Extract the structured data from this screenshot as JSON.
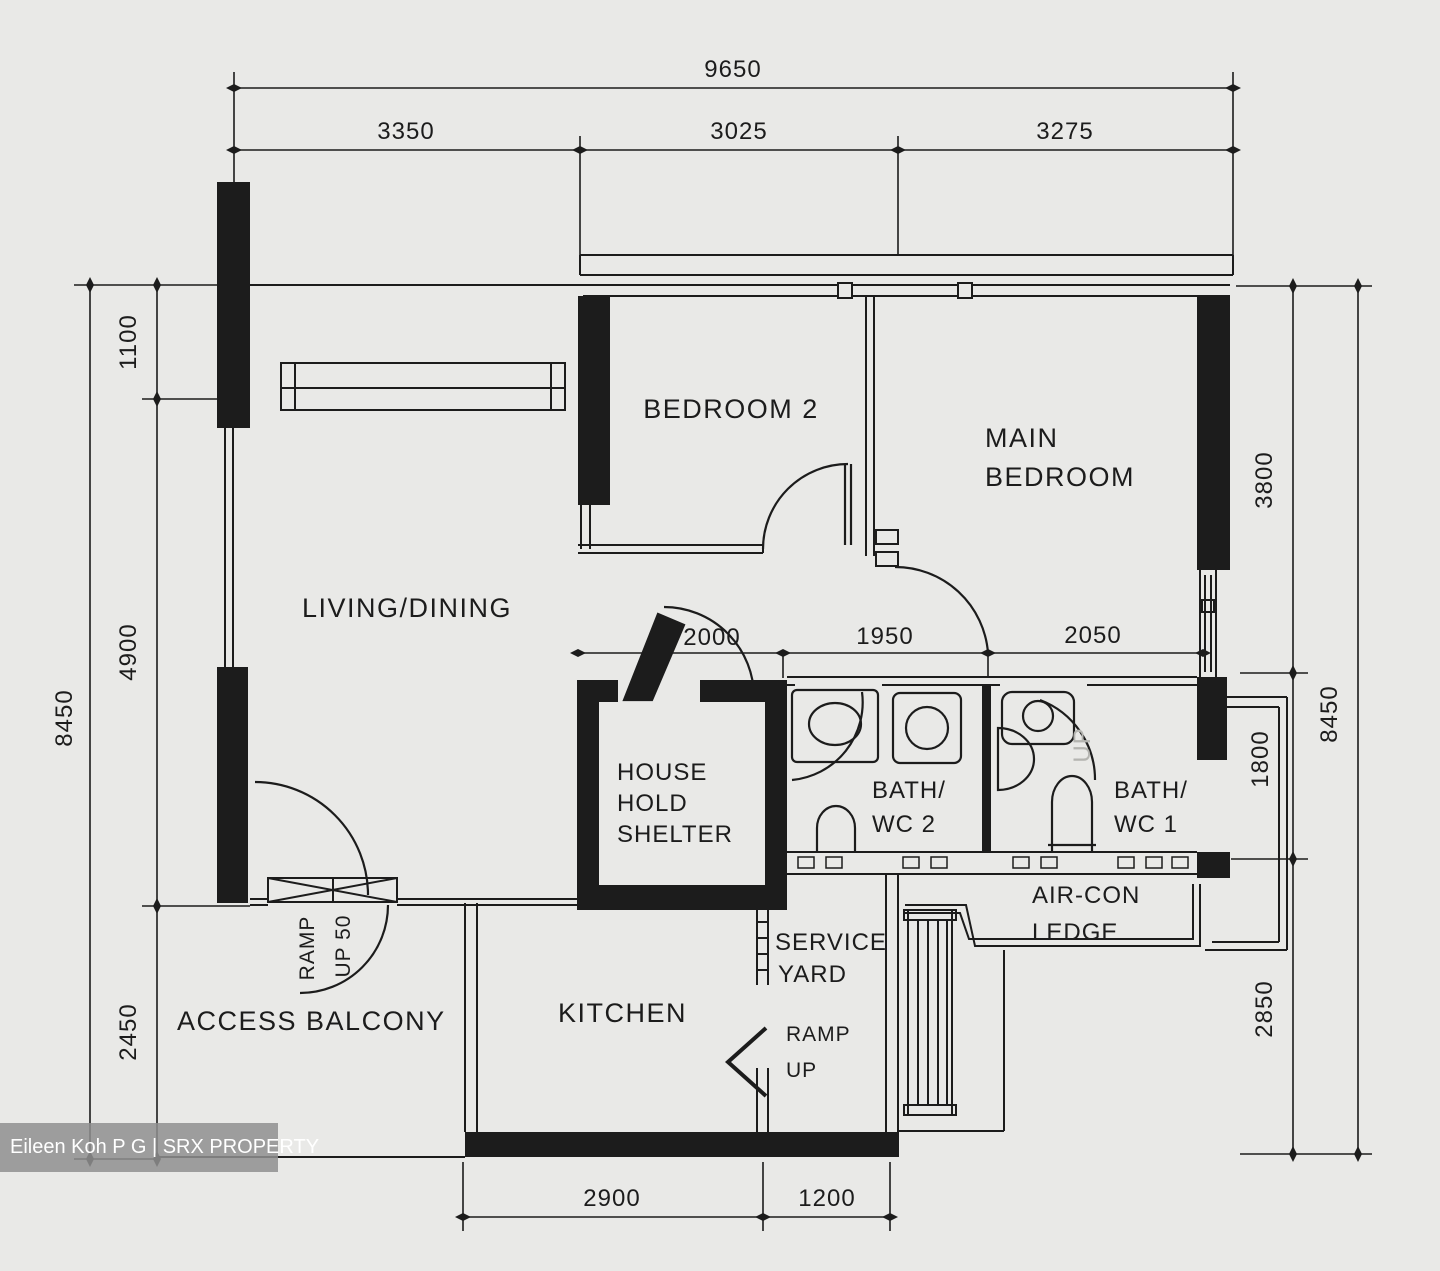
{
  "watermark": "Eileen Koh P G | SRX PROPERTY",
  "dimensions": {
    "top": {
      "total": "9650",
      "segments": [
        "3350",
        "3025",
        "3275"
      ]
    },
    "left": {
      "overall": "8450",
      "segments": [
        "1100",
        "4900",
        "2450"
      ]
    },
    "right": {
      "overall": "8450",
      "segments": [
        "3800",
        "1800",
        "2850"
      ]
    },
    "interior": {
      "segments": [
        "2000",
        "1950",
        "2050"
      ]
    },
    "bottom": {
      "segments": [
        "2900",
        "1200"
      ]
    }
  },
  "rooms": {
    "living_dining": {
      "label": "LIVING/DINING"
    },
    "bedroom2": {
      "label": "BEDROOM 2"
    },
    "main_bedroom": {
      "lines": [
        "MAIN",
        "BEDROOM"
      ]
    },
    "household_shelter": {
      "lines": [
        "HOUSE",
        "HOLD",
        "SHELTER"
      ]
    },
    "bath_wc_2": {
      "lines": [
        "BATH/",
        "WC 2"
      ]
    },
    "bath_wc_1": {
      "lines": [
        "BATH/",
        "WC 1"
      ]
    },
    "aircon_ledge": {
      "lines": [
        "AIR-CON",
        "LEDGE"
      ]
    },
    "kitchen": {
      "label": "KITCHEN"
    },
    "service_yard": {
      "lines": [
        "SERVICE",
        "YARD"
      ]
    },
    "access_balcony": {
      "label": "ACCESS BALCONY"
    }
  },
  "annotations": {
    "entrance_ramp": {
      "lines": [
        "RAMP",
        "UP 50"
      ]
    },
    "service_ramp": {
      "lines": [
        "RAMP",
        "UP"
      ]
    },
    "faint_up": "UP"
  },
  "colors": {
    "background": "#e9e9e7",
    "line": "#1c1c1c",
    "watermark_bg": "#8f8f8f",
    "watermark_text": "#ffffff"
  }
}
